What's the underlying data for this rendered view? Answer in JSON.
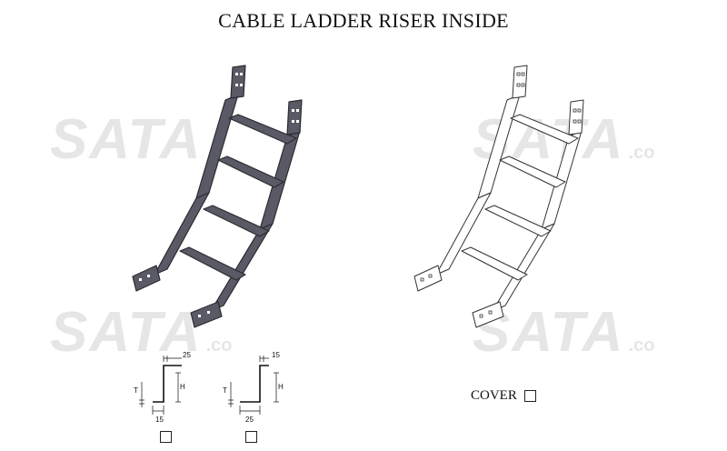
{
  "title": "CABLE LADDER RISER INSIDE",
  "watermark": {
    "text": "SATA",
    "suffix": ".co"
  },
  "profile_a": {
    "top": "25",
    "height": "H",
    "thickness": "T",
    "bottom": "15"
  },
  "profile_b": {
    "top": "15",
    "height": "H",
    "thickness": "T",
    "bottom": "25"
  },
  "cover_label": "COVER",
  "colors": {
    "dark_ladder": "#5a5a66",
    "dark_ladder_edge": "#2b2b33",
    "light_ladder": "#ffffff",
    "outline": "#333333",
    "watermark": "#e6e6e6"
  }
}
